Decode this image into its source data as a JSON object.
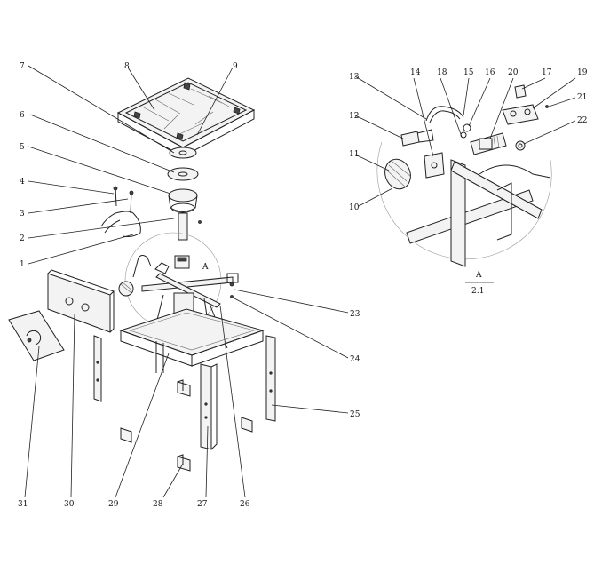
{
  "callouts": {
    "n1": "1",
    "n2": "2",
    "n3": "3",
    "n4": "4",
    "n5": "5",
    "n6": "6",
    "n7": "7",
    "n8": "8",
    "n9": "9",
    "n10": "10",
    "n11": "11",
    "n12": "12",
    "n13": "13",
    "n14": "14",
    "n15": "15",
    "n16": "16",
    "n17": "17",
    "n18": "18",
    "n19": "19",
    "n20": "20",
    "n21": "21",
    "n22": "22",
    "n23": "23",
    "n24": "24",
    "n25": "25",
    "n26": "26",
    "n27": "27",
    "n28": "28",
    "n29": "29",
    "n30": "30",
    "n31": "31"
  },
  "detail": {
    "marker": "A",
    "title": "A",
    "scale": "2:1"
  }
}
